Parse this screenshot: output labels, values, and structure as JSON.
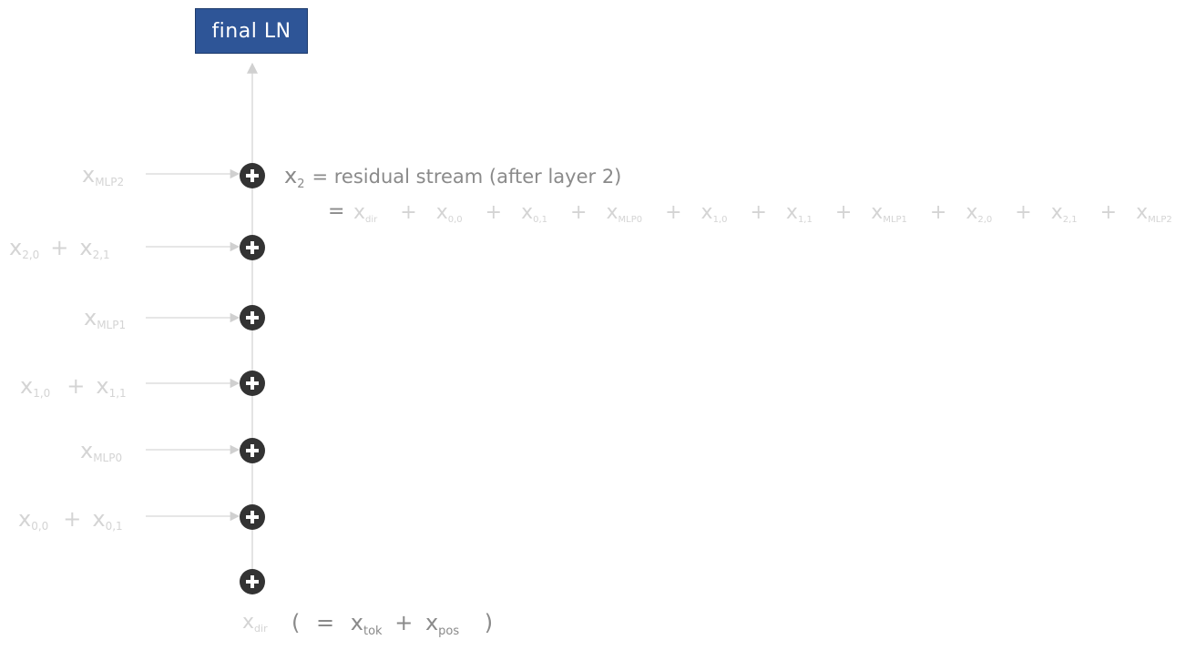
{
  "final_box": {
    "label": "final LN"
  },
  "inputs": [
    {
      "base": "x",
      "sub": "MLP2"
    },
    {
      "terms": [
        {
          "base": "x",
          "sub": "2,0"
        },
        {
          "base": "x",
          "sub": "2,1"
        }
      ]
    },
    {
      "base": "x",
      "sub": "MLP1"
    },
    {
      "terms": [
        {
          "base": "x",
          "sub": "1,0"
        },
        {
          "base": "x",
          "sub": "1,1"
        }
      ]
    },
    {
      "base": "x",
      "sub": "MLP0"
    },
    {
      "terms": [
        {
          "base": "x",
          "sub": "0,0"
        },
        {
          "base": "x",
          "sub": "0,1"
        }
      ]
    }
  ],
  "annotation": {
    "main_base": "x",
    "main_sub": "2",
    "main_text": "= residual stream (after layer 2)",
    "expansion_eq": "=",
    "expansion_terms": [
      {
        "base": "x",
        "sub": "dir"
      },
      {
        "base": "x",
        "sub": "0,0"
      },
      {
        "base": "x",
        "sub": "0,1"
      },
      {
        "base": "x",
        "sub": "MLP0"
      },
      {
        "base": "x",
        "sub": "1,0"
      },
      {
        "base": "x",
        "sub": "1,1"
      },
      {
        "base": "x",
        "sub": "MLP1"
      },
      {
        "base": "x",
        "sub": "2,0"
      },
      {
        "base": "x",
        "sub": "2,1"
      },
      {
        "base": "x",
        "sub": "MLP2"
      }
    ]
  },
  "bottom_label": {
    "base": "x",
    "sub": "dir",
    "open": "(",
    "eq": "=",
    "tok_base": "x",
    "tok_sub": "tok",
    "plus": "+",
    "pos_base": "x",
    "pos_sub": "pos",
    "close": ")"
  },
  "plus_symbol": "+",
  "colors": {
    "box": "#2e5597",
    "node": "#333333",
    "faint_text": "#d4d4d4",
    "annotation_text": "#8a8a8a"
  }
}
